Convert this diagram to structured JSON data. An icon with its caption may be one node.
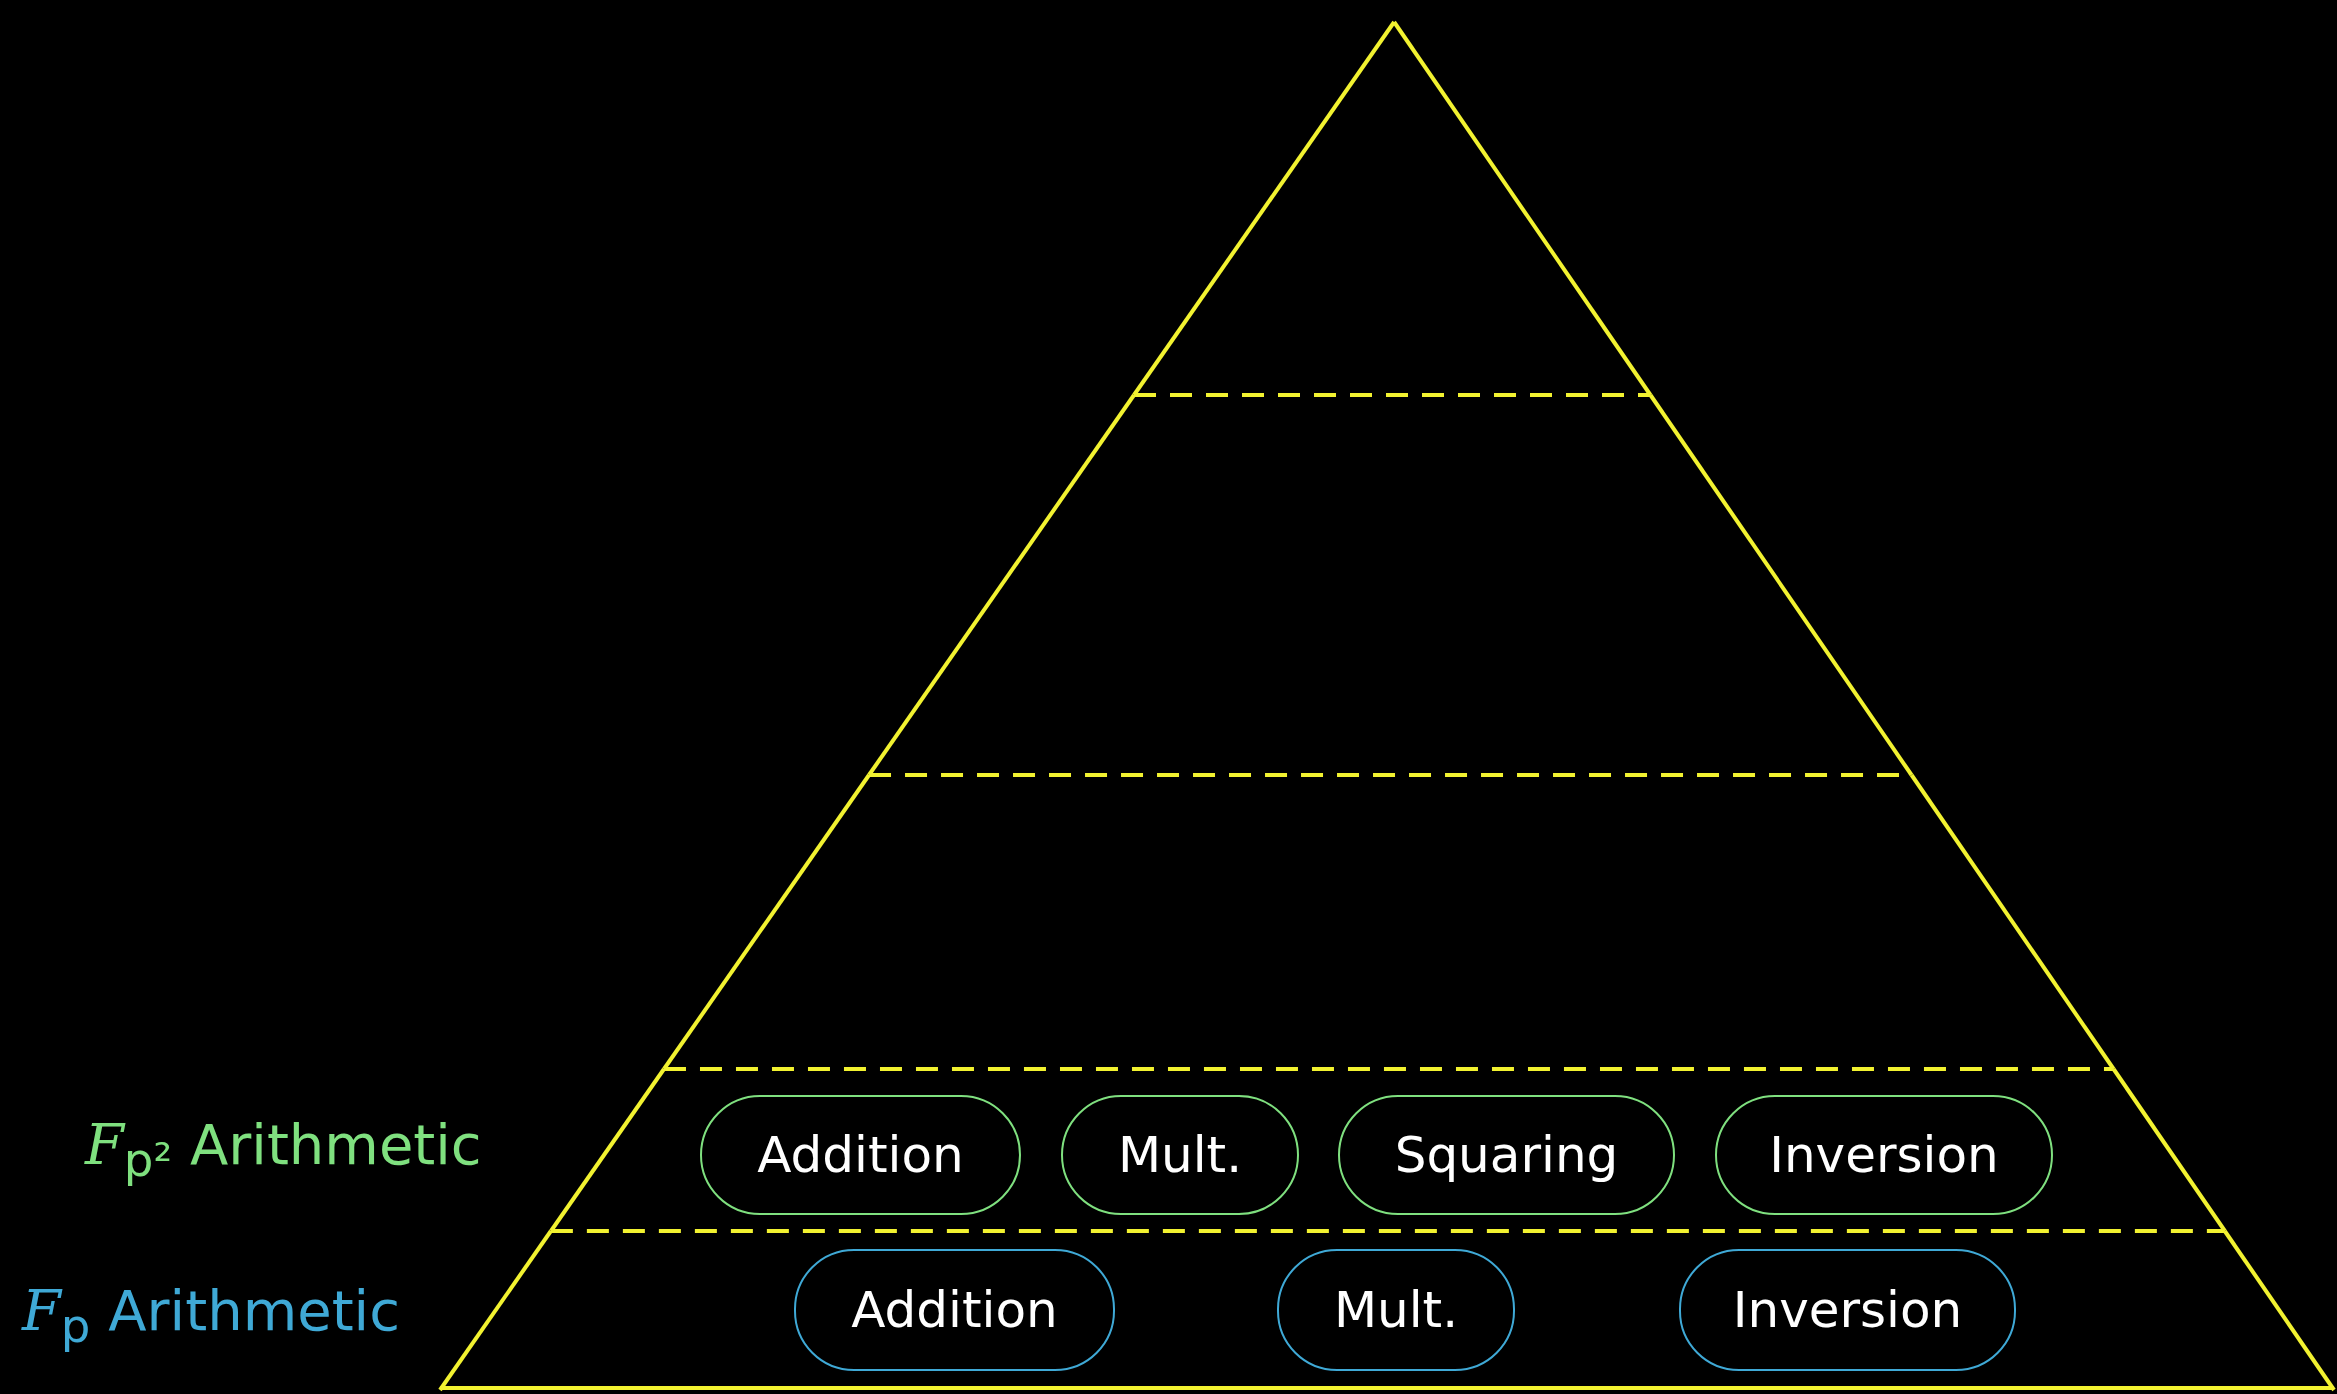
{
  "diagram": {
    "nodes": [
      {
        "text": [],
        "shape": "triangle"
      },
      {
        "text": [],
        "shape": "trapezoid"
      },
      {
        "text": [],
        "shape": "trapezoid"
      },
      {
        "text": [
          "*F*$_{p²}$ Arithmetic"
        ]
      },
      {
        "text": [
          "*F*$_{p}$ Arithmetic"
        ]
      },
      {
        "text": [
          "Addition"
        ],
        "in": 3
      },
      {
        "text": [
          "Mult."
        ],
        "in": 3
      },
      {
        "text": [
          "Squaring"
        ],
        "in": 3
      },
      {
        "text": [
          "Inversion"
        ],
        "in": 3
      },
      {
        "text": [
          "Addition"
        ],
        "in": 4
      },
      {
        "text": [
          "Mult."
        ],
        "in": 4
      },
      {
        "text": [
          "Inversion"
        ],
        "in": 4
      }
    ],
    "edges": []
  }
}
